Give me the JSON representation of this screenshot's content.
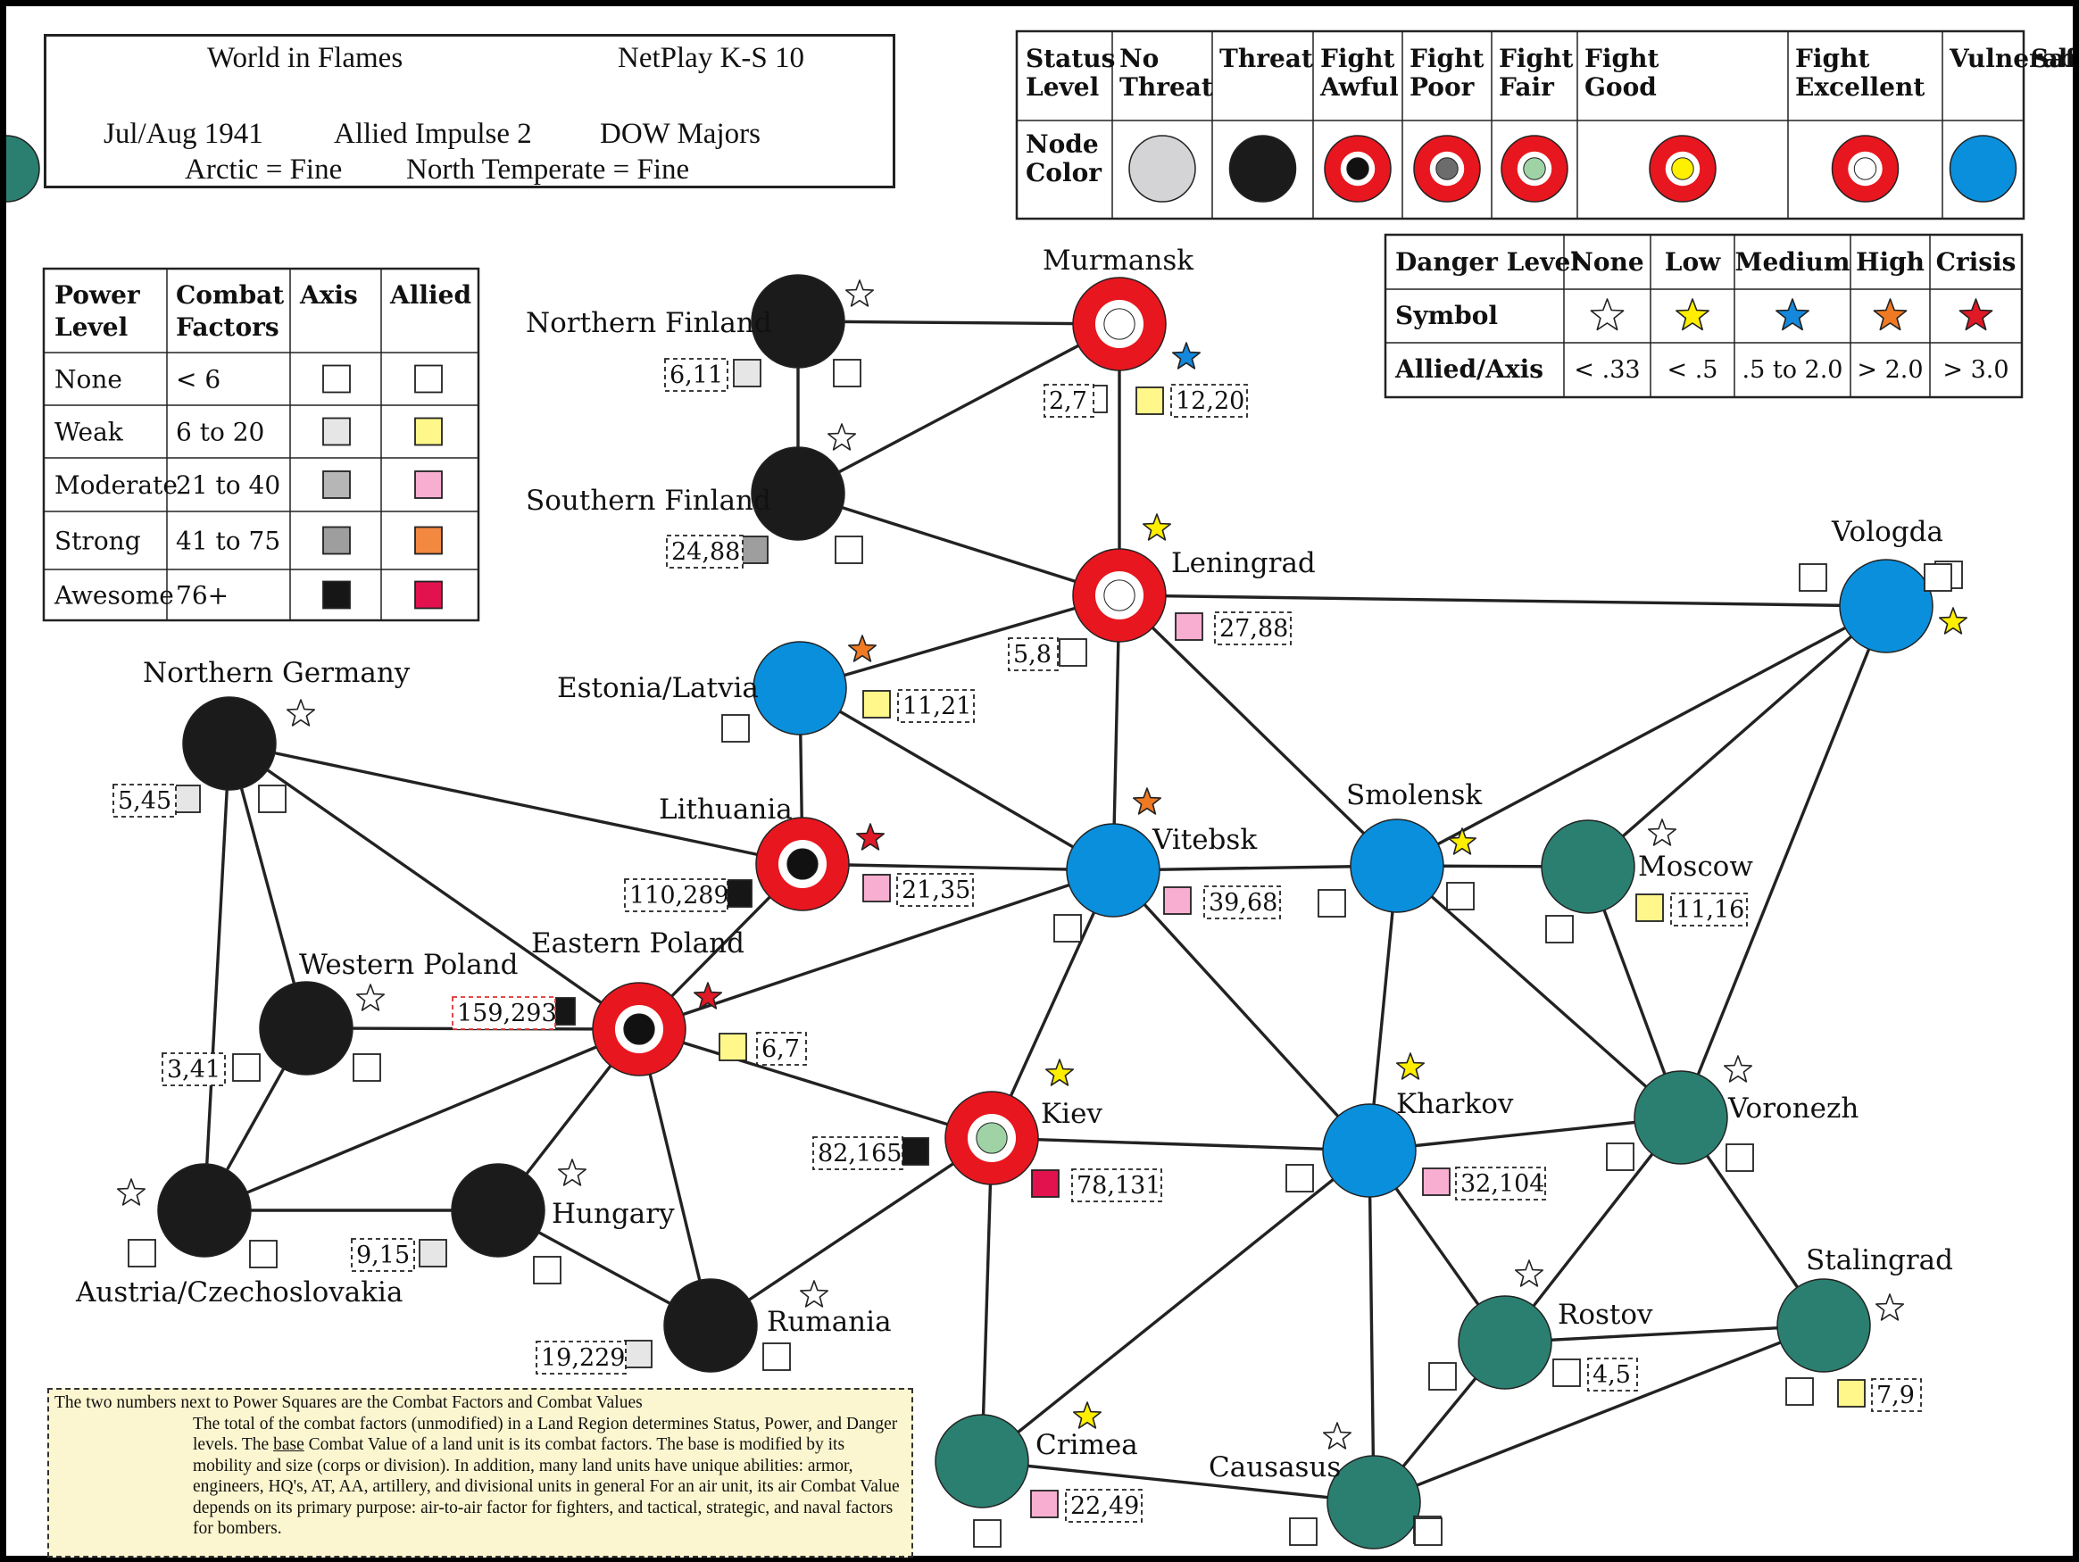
{
  "header": {
    "title": "World in Flames",
    "game": "NetPlay K-S 10",
    "turn": "Jul/Aug 1941",
    "impulse": "Allied Impulse 2",
    "dow": "DOW Majors",
    "weather_arctic": "Arctic = Fine",
    "weather_temperate": "North Temperate = Fine"
  },
  "status_legend": {
    "row_labels": [
      "Status Level",
      "Node Color"
    ],
    "columns": [
      {
        "label": "No Threat",
        "node": "none"
      },
      {
        "label": "Threat",
        "node": "threat"
      },
      {
        "label": "Fight Awful",
        "node": "awful"
      },
      {
        "label": "Fight Poor",
        "node": "poor"
      },
      {
        "label": "Fight Fair",
        "node": "fair"
      },
      {
        "label": "Fight Good",
        "node": "good"
      },
      {
        "label": "Fight Excellent",
        "node": "excellent"
      },
      {
        "label": "Vulnerable",
        "node": "vulnerable"
      },
      {
        "label": "Safe",
        "node": "safe"
      }
    ]
  },
  "danger_legend": {
    "row_labels": [
      "Danger Level",
      "Symbol",
      "Allied/Axis"
    ],
    "columns": [
      {
        "label": "None",
        "symbol": "none",
        "ratio": "< .33"
      },
      {
        "label": "Low",
        "symbol": "low",
        "ratio": "< .5"
      },
      {
        "label": "Medium",
        "symbol": "medium",
        "ratio": ".5 to 2.0"
      },
      {
        "label": "High",
        "symbol": "high",
        "ratio": "> 2.0"
      },
      {
        "label": "Crisis",
        "symbol": "crisis",
        "ratio": "> 3.0"
      }
    ]
  },
  "power_legend": {
    "headers": [
      "Power Level",
      "Combat Factors",
      "Axis",
      "Allied"
    ],
    "rows": [
      {
        "level": "None",
        "factors": "< 6",
        "axis": "none",
        "allied": "none"
      },
      {
        "level": "Weak",
        "factors": "6 to 20",
        "axis": "weak",
        "allied": "weak"
      },
      {
        "level": "Moderate",
        "factors": "21 to 40",
        "axis": "moderate",
        "allied": "moderate"
      },
      {
        "level": "Strong",
        "factors": "41 to 75",
        "axis": "strong",
        "allied": "strong"
      },
      {
        "level": "Awesome",
        "factors": "76+",
        "axis": "awesome",
        "allied": "awesome"
      }
    ]
  },
  "colors": {
    "status": {
      "none": "#d4d4d6",
      "threat": "#1b1b1b",
      "fight": "#e8161e",
      "vulnerable": "#0a8fdc",
      "safe": "#2b7f70"
    },
    "fight_center": {
      "awful": "#111111",
      "poor": "#6c6c6c",
      "fair": "#9fd3a6",
      "good": "#fff000",
      "excellent": "#ffffff"
    },
    "danger": {
      "none": "#ffffff",
      "low": "#ffee00",
      "medium": "#1588db",
      "high": "#ef7a23",
      "crisis": "#df1925"
    },
    "axis_power": {
      "none": "#ffffff",
      "weak": "#e6e6e6",
      "moderate": "#b6b6b6",
      "strong": "#9e9e9e",
      "awesome": "#161616"
    },
    "allied_power": {
      "none": "#ffffff",
      "weak": "#fff78a",
      "moderate": "#f8aed0",
      "strong": "#f38840",
      "awesome": "#e2124f"
    }
  },
  "regions": [
    {
      "id": "murmansk",
      "name": "Murmansk",
      "status": "fight",
      "fight": "excellent",
      "danger": "medium",
      "axis_power": "none",
      "axis_cv": "2,7",
      "allied_power": "weak",
      "allied_cv": "12,20"
    },
    {
      "id": "n_finland",
      "name": "Northern Finland",
      "status": "threat",
      "danger": "none",
      "axis_power": "weak",
      "axis_cv": "6,11",
      "allied_power": "none",
      "allied_cv": ""
    },
    {
      "id": "s_finland",
      "name": "Southern Finland",
      "status": "threat",
      "danger": "none",
      "axis_power": "strong",
      "axis_cv": "24,88",
      "allied_power": "none",
      "allied_cv": ""
    },
    {
      "id": "leningrad",
      "name": "Leningrad",
      "status": "fight",
      "fight": "excellent",
      "danger": "low",
      "axis_power": "none",
      "axis_cv": "5,8",
      "allied_power": "moderate",
      "allied_cv": "27,88"
    },
    {
      "id": "vologda",
      "name": "Vologda",
      "status": "vulnerable",
      "danger": "low",
      "axis_power": "none",
      "axis_cv": "",
      "allied_power": "none",
      "allied_cv": ""
    },
    {
      "id": "estonia",
      "name": "Estonia/Latvia",
      "status": "vulnerable",
      "danger": "high",
      "axis_power": "none",
      "axis_cv": "",
      "allied_power": "weak",
      "allied_cv": "11,21"
    },
    {
      "id": "n_germany",
      "name": "Northern Germany",
      "status": "threat",
      "danger": "none",
      "axis_power": "weak",
      "axis_cv": "5,45",
      "allied_power": "none",
      "allied_cv": ""
    },
    {
      "id": "lithuania",
      "name": "Lithuania",
      "status": "fight",
      "fight": "awful",
      "danger": "crisis",
      "axis_power": "awesome",
      "axis_cv": "110,289",
      "allied_power": "moderate",
      "allied_cv": "21,35"
    },
    {
      "id": "vitebsk",
      "name": "Vitebsk",
      "status": "vulnerable",
      "danger": "high",
      "axis_power": "none",
      "axis_cv": "",
      "allied_power": "moderate",
      "allied_cv": "39,68"
    },
    {
      "id": "smolensk",
      "name": "Smolensk",
      "status": "vulnerable",
      "danger": "low",
      "axis_power": "none",
      "axis_cv": "",
      "allied_power": "none",
      "allied_cv": ""
    },
    {
      "id": "moscow",
      "name": "Moscow",
      "status": "safe",
      "danger": "none",
      "axis_power": "none",
      "axis_cv": "",
      "allied_power": "weak",
      "allied_cv": "11,16"
    },
    {
      "id": "w_poland",
      "name": "Western Poland",
      "status": "threat",
      "danger": "none",
      "axis_power": "none",
      "axis_cv": "3,41",
      "allied_power": "none",
      "allied_cv": ""
    },
    {
      "id": "e_poland",
      "name": "Eastern Poland",
      "status": "fight",
      "fight": "awful",
      "danger": "crisis",
      "axis_power": "awesome",
      "axis_cv": "159,293",
      "allied_power": "weak",
      "allied_cv": "6,7"
    },
    {
      "id": "kiev",
      "name": "Kiev",
      "status": "fight",
      "fight": "fair",
      "danger": "low",
      "axis_power": "awesome",
      "axis_cv": "82,165",
      "allied_power": "awesome",
      "allied_cv": "78,131"
    },
    {
      "id": "kharkov",
      "name": "Kharkov",
      "status": "vulnerable",
      "danger": "low",
      "axis_power": "none",
      "axis_cv": "",
      "allied_power": "moderate",
      "allied_cv": "32,104"
    },
    {
      "id": "voronezh",
      "name": "Voronezh",
      "status": "safe",
      "danger": "none",
      "axis_power": "none",
      "axis_cv": "",
      "allied_power": "none",
      "allied_cv": ""
    },
    {
      "id": "austria",
      "name": "Austria/Czechoslovakia",
      "status": "threat",
      "danger": "none",
      "axis_power": "none",
      "axis_cv": "",
      "allied_power": "none",
      "allied_cv": ""
    },
    {
      "id": "hungary",
      "name": "Hungary",
      "status": "threat",
      "danger": "none",
      "axis_power": "weak",
      "axis_cv": "9,15",
      "allied_power": "none",
      "allied_cv": ""
    },
    {
      "id": "rumania",
      "name": "Rumania",
      "status": "threat",
      "danger": "none",
      "axis_power": "weak",
      "axis_cv": "19,229",
      "allied_power": "none",
      "allied_cv": ""
    },
    {
      "id": "rostov",
      "name": "Rostov",
      "status": "safe",
      "danger": "none",
      "axis_power": "none",
      "axis_cv": "",
      "allied_power": "none",
      "allied_cv": "4,5"
    },
    {
      "id": "stalingrad",
      "name": "Stalingrad",
      "status": "safe",
      "danger": "none",
      "axis_power": "none",
      "axis_cv": "",
      "allied_power": "weak",
      "allied_cv": "7,9"
    },
    {
      "id": "crimea",
      "name": "Crimea",
      "status": "safe",
      "danger": "low",
      "axis_power": "none",
      "axis_cv": "",
      "allied_power": "moderate",
      "allied_cv": "22,49"
    },
    {
      "id": "caucasus",
      "name": "Causasus",
      "status": "safe",
      "danger": "none",
      "axis_power": "none",
      "axis_cv": "",
      "allied_power": "none",
      "allied_cv": ""
    }
  ],
  "links": [
    [
      "n_finland",
      "murmansk"
    ],
    [
      "n_finland",
      "s_finland"
    ],
    [
      "s_finland",
      "murmansk"
    ],
    [
      "s_finland",
      "leningrad"
    ],
    [
      "murmansk",
      "leningrad"
    ],
    [
      "leningrad",
      "vologda"
    ],
    [
      "leningrad",
      "estonia"
    ],
    [
      "leningrad",
      "vitebsk"
    ],
    [
      "leningrad",
      "smolensk"
    ],
    [
      "estonia",
      "lithuania"
    ],
    [
      "estonia",
      "vitebsk"
    ],
    [
      "n_germany",
      "lithuania"
    ],
    [
      "n_germany",
      "w_poland"
    ],
    [
      "n_germany",
      "e_poland"
    ],
    [
      "n_germany",
      "austria"
    ],
    [
      "lithuania",
      "vitebsk"
    ],
    [
      "lithuania",
      "e_poland"
    ],
    [
      "vitebsk",
      "smolensk"
    ],
    [
      "vitebsk",
      "e_poland"
    ],
    [
      "vitebsk",
      "kiev"
    ],
    [
      "vitebsk",
      "kharkov"
    ],
    [
      "smolensk",
      "moscow"
    ],
    [
      "smolensk",
      "vologda"
    ],
    [
      "smolensk",
      "kharkov"
    ],
    [
      "smolensk",
      "voronezh"
    ],
    [
      "moscow",
      "vologda"
    ],
    [
      "moscow",
      "voronezh"
    ],
    [
      "vologda",
      "voronezh"
    ],
    [
      "w_poland",
      "e_poland"
    ],
    [
      "w_poland",
      "austria"
    ],
    [
      "e_poland",
      "kiev"
    ],
    [
      "e_poland",
      "austria"
    ],
    [
      "e_poland",
      "hungary"
    ],
    [
      "e_poland",
      "rumania"
    ],
    [
      "austria",
      "hungary"
    ],
    [
      "hungary",
      "rumania"
    ],
    [
      "rumania",
      "kiev"
    ],
    [
      "kiev",
      "kharkov"
    ],
    [
      "kiev",
      "crimea"
    ],
    [
      "kharkov",
      "voronezh"
    ],
    [
      "kharkov",
      "rostov"
    ],
    [
      "kharkov",
      "crimea"
    ],
    [
      "kharkov",
      "caucasus"
    ],
    [
      "voronezh",
      "rostov"
    ],
    [
      "voronezh",
      "stalingrad"
    ],
    [
      "rostov",
      "stalingrad"
    ],
    [
      "rostov",
      "caucasus"
    ],
    [
      "stalingrad",
      "caucasus"
    ],
    [
      "crimea",
      "caucasus"
    ]
  ],
  "note": {
    "line1": "The two numbers next to Power Squares are the Combat Factors and Combat Values",
    "body": "The total of the combat factors (unmodified) in a Land Region determines Status, Power, and Danger levels. The ",
    "base_word": "base",
    "body2": " Combat Value of a land unit is its combat factors. The base is modified by its mobility and size (corps or division). In addition, many land units have unique abilities: armor, engineers, HQ's, AT, AA, artillery, and divisional units in general For an air unit, its air Combat Value depends on its primary purpose: air-to-air factor for fighters, and tactical, strategic, and naval factors for bombers."
  }
}
